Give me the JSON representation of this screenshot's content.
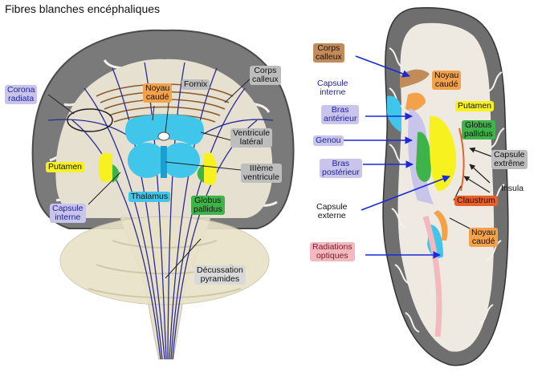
{
  "title": "Fibres blanches encéphaliques",
  "left_labels": {
    "corona_radiata": "Corona\nradiata",
    "noyau_caude": "Noyau\ncaudé",
    "fornix": "Fornix",
    "corps_calleux": "Corps\ncalleux",
    "ventricule_lateral": "Ventricule\nlatéral",
    "putamen": "Putamen",
    "troisieme_ventricule": "IIIème\nventricule",
    "capsule_interne": "Capsule\ninterne",
    "thalamus": "Thalamus",
    "globus_pallidus": "Globus\npallidus",
    "decussation": "Décussation\npyramides"
  },
  "right_labels": {
    "corps_calleux": "Corps\ncalleux",
    "noyau_caude_top": "Noyau\ncaudé",
    "capsule_interne": "Capsule\ninterne",
    "putamen": "Putamen",
    "bras_anterieur": "Bras\nantérieur",
    "globus_pallidus": "Globus\npallidus",
    "genou": "Genou",
    "capsule_extreme": "Capsule\nextrême",
    "bras_posterieur": "Bras\npostérieur",
    "insula": "Insula",
    "claustrum": "Claustrum",
    "capsule_externe": "Capsule\nexterne",
    "noyau_caude_bottom": "Noyau\ncaudé",
    "radiations_optiques": "Radiations\noptiques"
  },
  "colors": {
    "cortex": "#7a7a7a",
    "white_matter": "#e5e0cf",
    "fibers": "#2a2a9a",
    "caudate": "#f3a24a",
    "ventricle": "#3fc6ea",
    "putamen": "#f7f21f",
    "pallidus": "#3eb34a",
    "callosum": "#c28b5a",
    "arrow": "#1a2ad8"
  }
}
